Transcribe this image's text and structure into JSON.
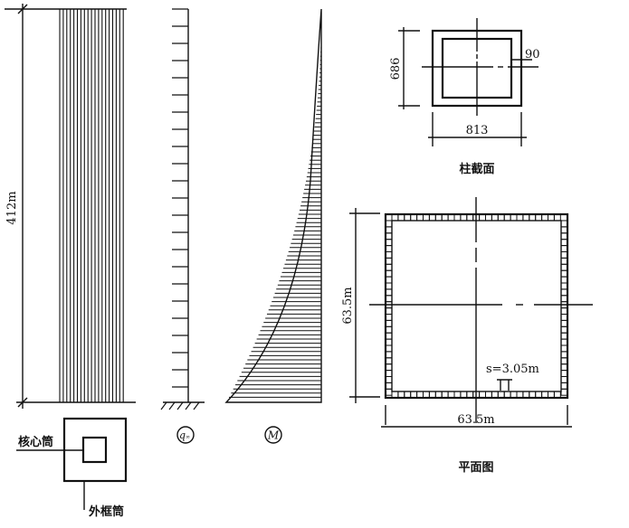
{
  "elevation": {
    "height_label": "412m"
  },
  "load_diagram": {
    "symbol": "q",
    "subscript": "∞"
  },
  "moment_diagram": {
    "symbol": "M"
  },
  "tube_legend": {
    "core_label": "核心筒",
    "frame_label": "外框筒"
  },
  "column_section": {
    "height_dim": "686",
    "thickness_dim": "90",
    "width_dim": "813",
    "caption": "柱截面"
  },
  "floor_plan": {
    "height_dim": "63.5m",
    "width_dim": "63.5m",
    "spacing_label": "s=3.05m",
    "caption": "平面图"
  }
}
